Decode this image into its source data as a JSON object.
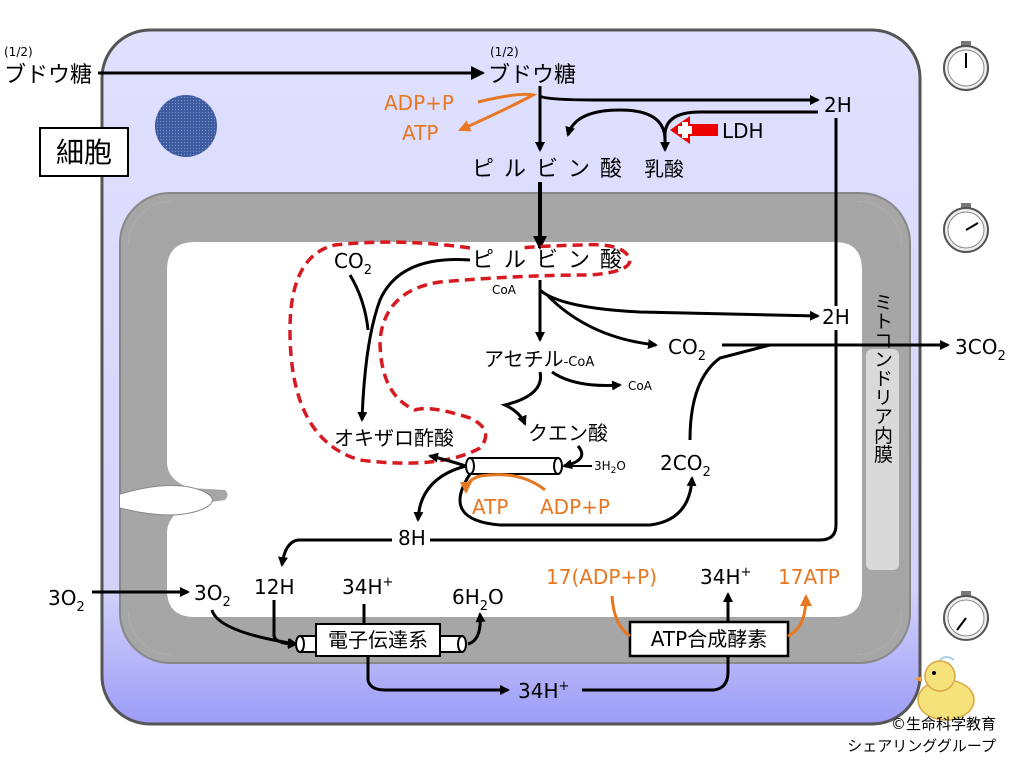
{
  "cell_label": "細胞",
  "glucose_left": "ブドウ糖",
  "glucose_left_frac": "(1/2)",
  "glucose_top": "ブドウ糖",
  "glucose_top_frac": "(1/2)",
  "adp_p_1": "ADP+P",
  "atp_1": "ATP",
  "pyruvate_1": "ピルビン酸",
  "lactic_acid": "乳酸",
  "ldh": "LDH",
  "h2_1": "2H",
  "pyruvate_2": "ピルビン酸",
  "coa_1": "CoA",
  "h2_2": "2H",
  "co2_top_prefix": "CO",
  "co2_top_sub": "2",
  "co2_mid_prefix": "CO",
  "co2_mid_sub": "2",
  "co2_out_prefix": "3CO",
  "co2_out_sub": "2",
  "acetyl_coa_main": "アセチル",
  "acetyl_coa_suffix": "-CoA",
  "coa_2": "CoA",
  "oxaloacetate": "オキザロ酢酸",
  "citric_acid": "クエン酸",
  "h2o_prefix": "3H",
  "h2o_sub": "2",
  "h2o_suffix": "O",
  "co2_2_prefix": "2CO",
  "co2_2_sub": "2",
  "atp_2": "ATP",
  "adp_p_2": "ADP+P",
  "h8": "8H",
  "membrane_label": "ミトコンドリア内膜",
  "o2_left_prefix": "3O",
  "o2_left_sub": "2",
  "o2_right_prefix": "3O",
  "o2_right_sub": "2",
  "h12": "12H",
  "h34_1": "34H",
  "h34_1_sup": "+",
  "h2o_out_prefix": "6H",
  "h2o_out_sub": "2",
  "h2o_out_suffix": "O",
  "adp_p_17": "17(ADP+P)",
  "h34_2": "34H",
  "h34_2_sup": "+",
  "atp_17": "17ATP",
  "etc_label": "電子伝達系",
  "atp_synthase_label": "ATP合成酵素",
  "h34_3": "34H",
  "h34_3_sup": "+",
  "copyright_1": "©生命科学教育",
  "copyright_2": "シェアリンググループ",
  "colors": {
    "cell_fill_top": "#dcdcff",
    "cell_fill_bottom": "#a0a0ff",
    "membrane_gray": "#a6a6a6",
    "orange": "#e87722",
    "red_dash": "#d71920",
    "nucleus": "#3d5aa0"
  },
  "icons": [
    "stopwatch-icon",
    "stopwatch-icon",
    "stopwatch-icon",
    "chick-illustration"
  ]
}
